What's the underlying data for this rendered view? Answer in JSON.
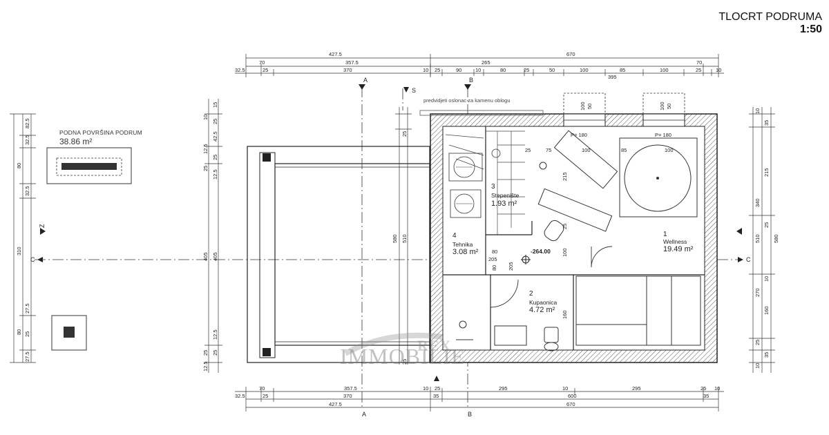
{
  "title": {
    "name": "TLOCRT PODRUMA",
    "scale": "1:50"
  },
  "area_legend": {
    "label": "PODNA POVRŠINA PODRUM",
    "value": "38.86 m²"
  },
  "watermark": {
    "brand": "IMMOBILIE",
    "badge": "REX"
  },
  "note": "predvidjeti oslonac za kamenu oblogu",
  "sections": {
    "a": "A",
    "b": "B",
    "c": "C",
    "s": "S",
    "z": "Z"
  },
  "elevation": "-264.00",
  "rooms": [
    {
      "num": "1",
      "name": "Wellness",
      "area": "19.49 m²"
    },
    {
      "num": "2",
      "name": "Kupaonica",
      "area": "4.72 m²"
    },
    {
      "num": "3",
      "name": "Stepenište",
      "area": "1.93 m²"
    },
    {
      "num": "4",
      "name": "Tehnika",
      "area": "3.08 m²"
    }
  ],
  "windows": [
    {
      "label": "P= 180",
      "h1": "100",
      "h2": "50"
    },
    {
      "label": "P= 180",
      "h1": "100",
      "h2": "50"
    }
  ],
  "dims_top": {
    "r1": [
      "427.5",
      "670"
    ],
    "r2": [
      "70",
      "357.5",
      "265",
      "70"
    ],
    "r3": [
      "32.5",
      "25",
      "370",
      "10",
      "25",
      "90",
      "10",
      "80",
      "25",
      "50",
      "100",
      "85",
      "100",
      "25",
      "10",
      "395"
    ]
  },
  "dims_bottom": {
    "r1": [
      "32.5",
      "70",
      "25",
      "357.5",
      "370",
      "10",
      "25",
      "35",
      "295",
      "10",
      "600",
      "295",
      "25",
      "35",
      "10"
    ],
    "r2": [
      "427.5",
      "670"
    ],
    "axes": [
      "A",
      "B"
    ]
  },
  "dims_interior": [
    "25",
    "75",
    "100",
    "85",
    "100",
    "215",
    "25",
    "100",
    "80",
    "205",
    "205",
    "160",
    "80"
  ],
  "dims_left_far": [
    "82.5",
    "32.5",
    "80",
    "32.5",
    "310",
    "27.5",
    "80",
    "25",
    "27.5"
  ],
  "dims_left_near": [
    "15",
    "10",
    "25",
    "42.5",
    "12.5",
    "25",
    "25",
    "12.5",
    "405",
    "405",
    "12.5",
    "25",
    "25",
    "12.5"
  ],
  "dims_mid": [
    "25",
    "580",
    "510",
    "25"
  ],
  "dims_right": [
    "10",
    "35",
    "215",
    "340",
    "25",
    "510",
    "580",
    "10",
    "270",
    "160",
    "25",
    "35",
    "10"
  ]
}
